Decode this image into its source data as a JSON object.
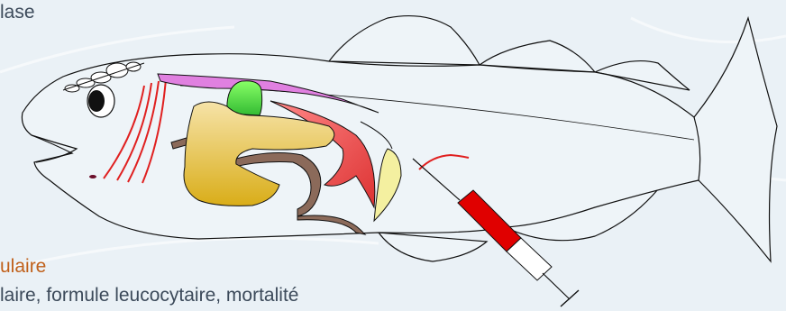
{
  "text_top": "lase",
  "text_heading": "ulaire",
  "text_bottom": "laire, formule leucocytaire, mortalité",
  "colors": {
    "background": "#eaf1f6",
    "gills": "#e02020",
    "kidney": "#e080e0",
    "swim_bladder": "#55dd44",
    "liver": "#e6c25a",
    "intestine": "#8b6a5a",
    "spleen_heart": "#ee5555",
    "gonad": "#f4f0a0",
    "syringe": "#e00000"
  }
}
